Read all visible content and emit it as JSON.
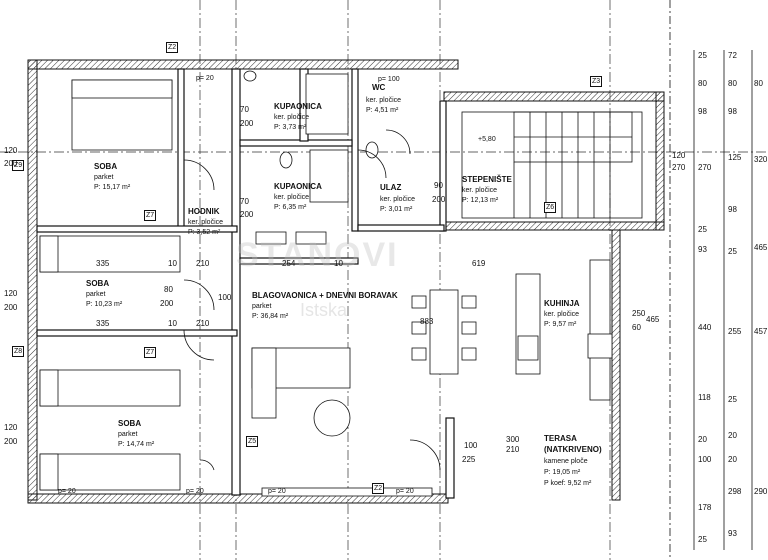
{
  "rooms": {
    "soba1": {
      "name": "SOBA",
      "floor": "parket",
      "area": "P: 15,17 m²"
    },
    "soba2": {
      "name": "SOBA",
      "floor": "parket",
      "area": "P: 10,23 m²"
    },
    "soba3": {
      "name": "SOBA",
      "floor": "parket",
      "area": "P: 14,74 m²"
    },
    "kupaonica1": {
      "name": "KUPAONICA",
      "floor": "ker. pločice",
      "area": "P: 3,73 m²"
    },
    "kupaonica2": {
      "name": "KUPAONICA",
      "floor": "ker. pločice",
      "area": "P: 6,35 m²"
    },
    "wc": {
      "name": "WC",
      "floor": "ker. pločice",
      "area": "P: 4,51 m²"
    },
    "hodnik": {
      "name": "HODNIK",
      "floor": "ker. pločice",
      "area": "P: 3,52 m²"
    },
    "ulaz": {
      "name": "ULAZ",
      "floor": "ker. pločice",
      "area": "P: 3,01 m²"
    },
    "stepeniste": {
      "name": "STEPENIŠTE",
      "floor": "ker. pločice",
      "area": "P: 12,13 m²"
    },
    "boravak": {
      "name": "BLAGOVAONICA + DNEVNI BORAVAK",
      "floor": "parket",
      "area": "P: 36,84 m²"
    },
    "kuhinja": {
      "name": "KUHINJA",
      "floor": "ker. pločice",
      "area": "P: 9,57 m²"
    },
    "terasa": {
      "name": "TERASA",
      "name2": "(NATKRIVENO)",
      "floor": "kamene ploče",
      "area": "P: 19,05 m²",
      "area2": "P koef: 9,52 m²"
    }
  },
  "level": "+5,80",
  "tags": {
    "z2": "Z2",
    "z3": "Z3",
    "z5": "Z5",
    "z6": "Z6",
    "z7": "Z7",
    "z8": "Z8",
    "z9": "Z9"
  },
  "parapets": {
    "p20": "p= 20",
    "p100": "p= 100"
  },
  "dims": {
    "d70": "70",
    "d200": "200",
    "d90": "90",
    "d100": "100",
    "d80": "80",
    "d10": "10",
    "d335": "335",
    "d254": "254",
    "d619": "619",
    "d883": "883",
    "d120": "120",
    "d270": "270",
    "d250": "250",
    "d60": "60",
    "d465": "465",
    "d225": "225",
    "d300": "300",
    "d210": "210",
    "d60b": "60",
    "right1": [
      "25",
      "80",
      "98",
      "270",
      "25",
      "93",
      "440",
      "118",
      "20",
      "100",
      "178",
      "25"
    ],
    "right2": [
      "72",
      "80",
      "98",
      "125",
      "98",
      "25",
      "255",
      "25",
      "20",
      "20",
      "298",
      "93"
    ],
    "right3": [
      "80",
      "320",
      "465",
      "457",
      "290"
    ],
    "left1": [
      "120",
      "200",
      "120",
      "200",
      "120",
      "200"
    ]
  },
  "watermark": "STANOVI",
  "watermark_sub": "Istska"
}
